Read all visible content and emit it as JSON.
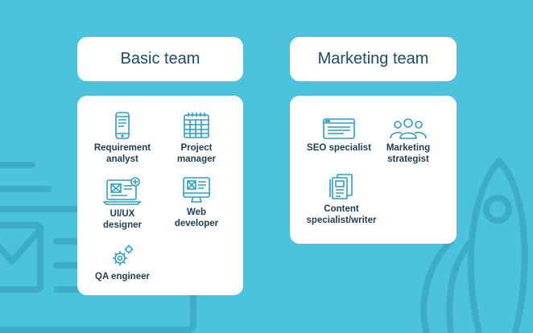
{
  "teams": [
    {
      "title": "Basic team",
      "roles": [
        {
          "label": "Requirement\nanalyst",
          "icon": "phone-icon"
        },
        {
          "label": "Project\nmanager",
          "icon": "calendar-icon"
        },
        {
          "label": "UI/UX\ndesigner",
          "icon": "laptop-design-icon"
        },
        {
          "label": "Web\ndeveloper",
          "icon": "monitor-icon"
        },
        {
          "label": "QA engineer",
          "icon": "gears-icon"
        }
      ]
    },
    {
      "title": "Marketing team",
      "roles": [
        {
          "label": "SEO specialist",
          "icon": "browser-window-icon"
        },
        {
          "label": "Marketing\nstrategist",
          "icon": "people-group-icon"
        },
        {
          "label": "Content\nspecialist/writer",
          "icon": "documents-icon"
        }
      ]
    }
  ],
  "colors": {
    "background": "#4cc3dd",
    "card": "#ffffff",
    "title_text": "#1f4a63",
    "icon_stroke": "#2f9fbf"
  }
}
